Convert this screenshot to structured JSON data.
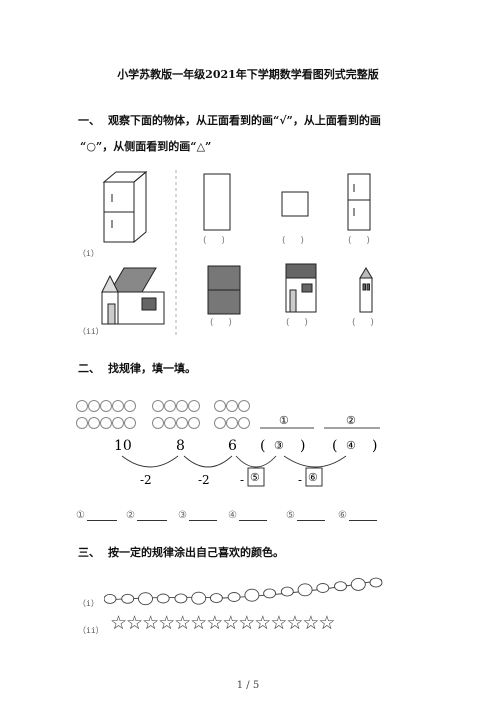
{
  "title": "小学苏教版一年级2021年下学期数学看图列式完整版",
  "q1": {
    "num": "一、",
    "line1": "观察下面的物体，从正面看到的画“√”，从上面看到的画",
    "line2": "“○”，从侧面看到的画“△”",
    "label_i": "（i）",
    "label_ii": "（ii）",
    "paren": "(  )"
  },
  "q2": {
    "num": "二、",
    "text": "找规律，填一填。",
    "numbers": [
      "10",
      "8",
      "6",
      "-2",
      "-2"
    ],
    "circled": [
      "①",
      "②",
      "③",
      "④",
      "⑤",
      "⑥"
    ],
    "blanks": [
      "①",
      "②",
      "③",
      "④",
      "⑤",
      "⑥"
    ]
  },
  "q3": {
    "num": "三、",
    "text": "按一定的规律涂出自己喜欢的颜色。",
    "label_i": "（i）",
    "label_ii": "（ii）",
    "stars": "☆☆☆☆☆☆☆☆☆☆☆☆☆☆"
  },
  "footer": "1 / 5"
}
